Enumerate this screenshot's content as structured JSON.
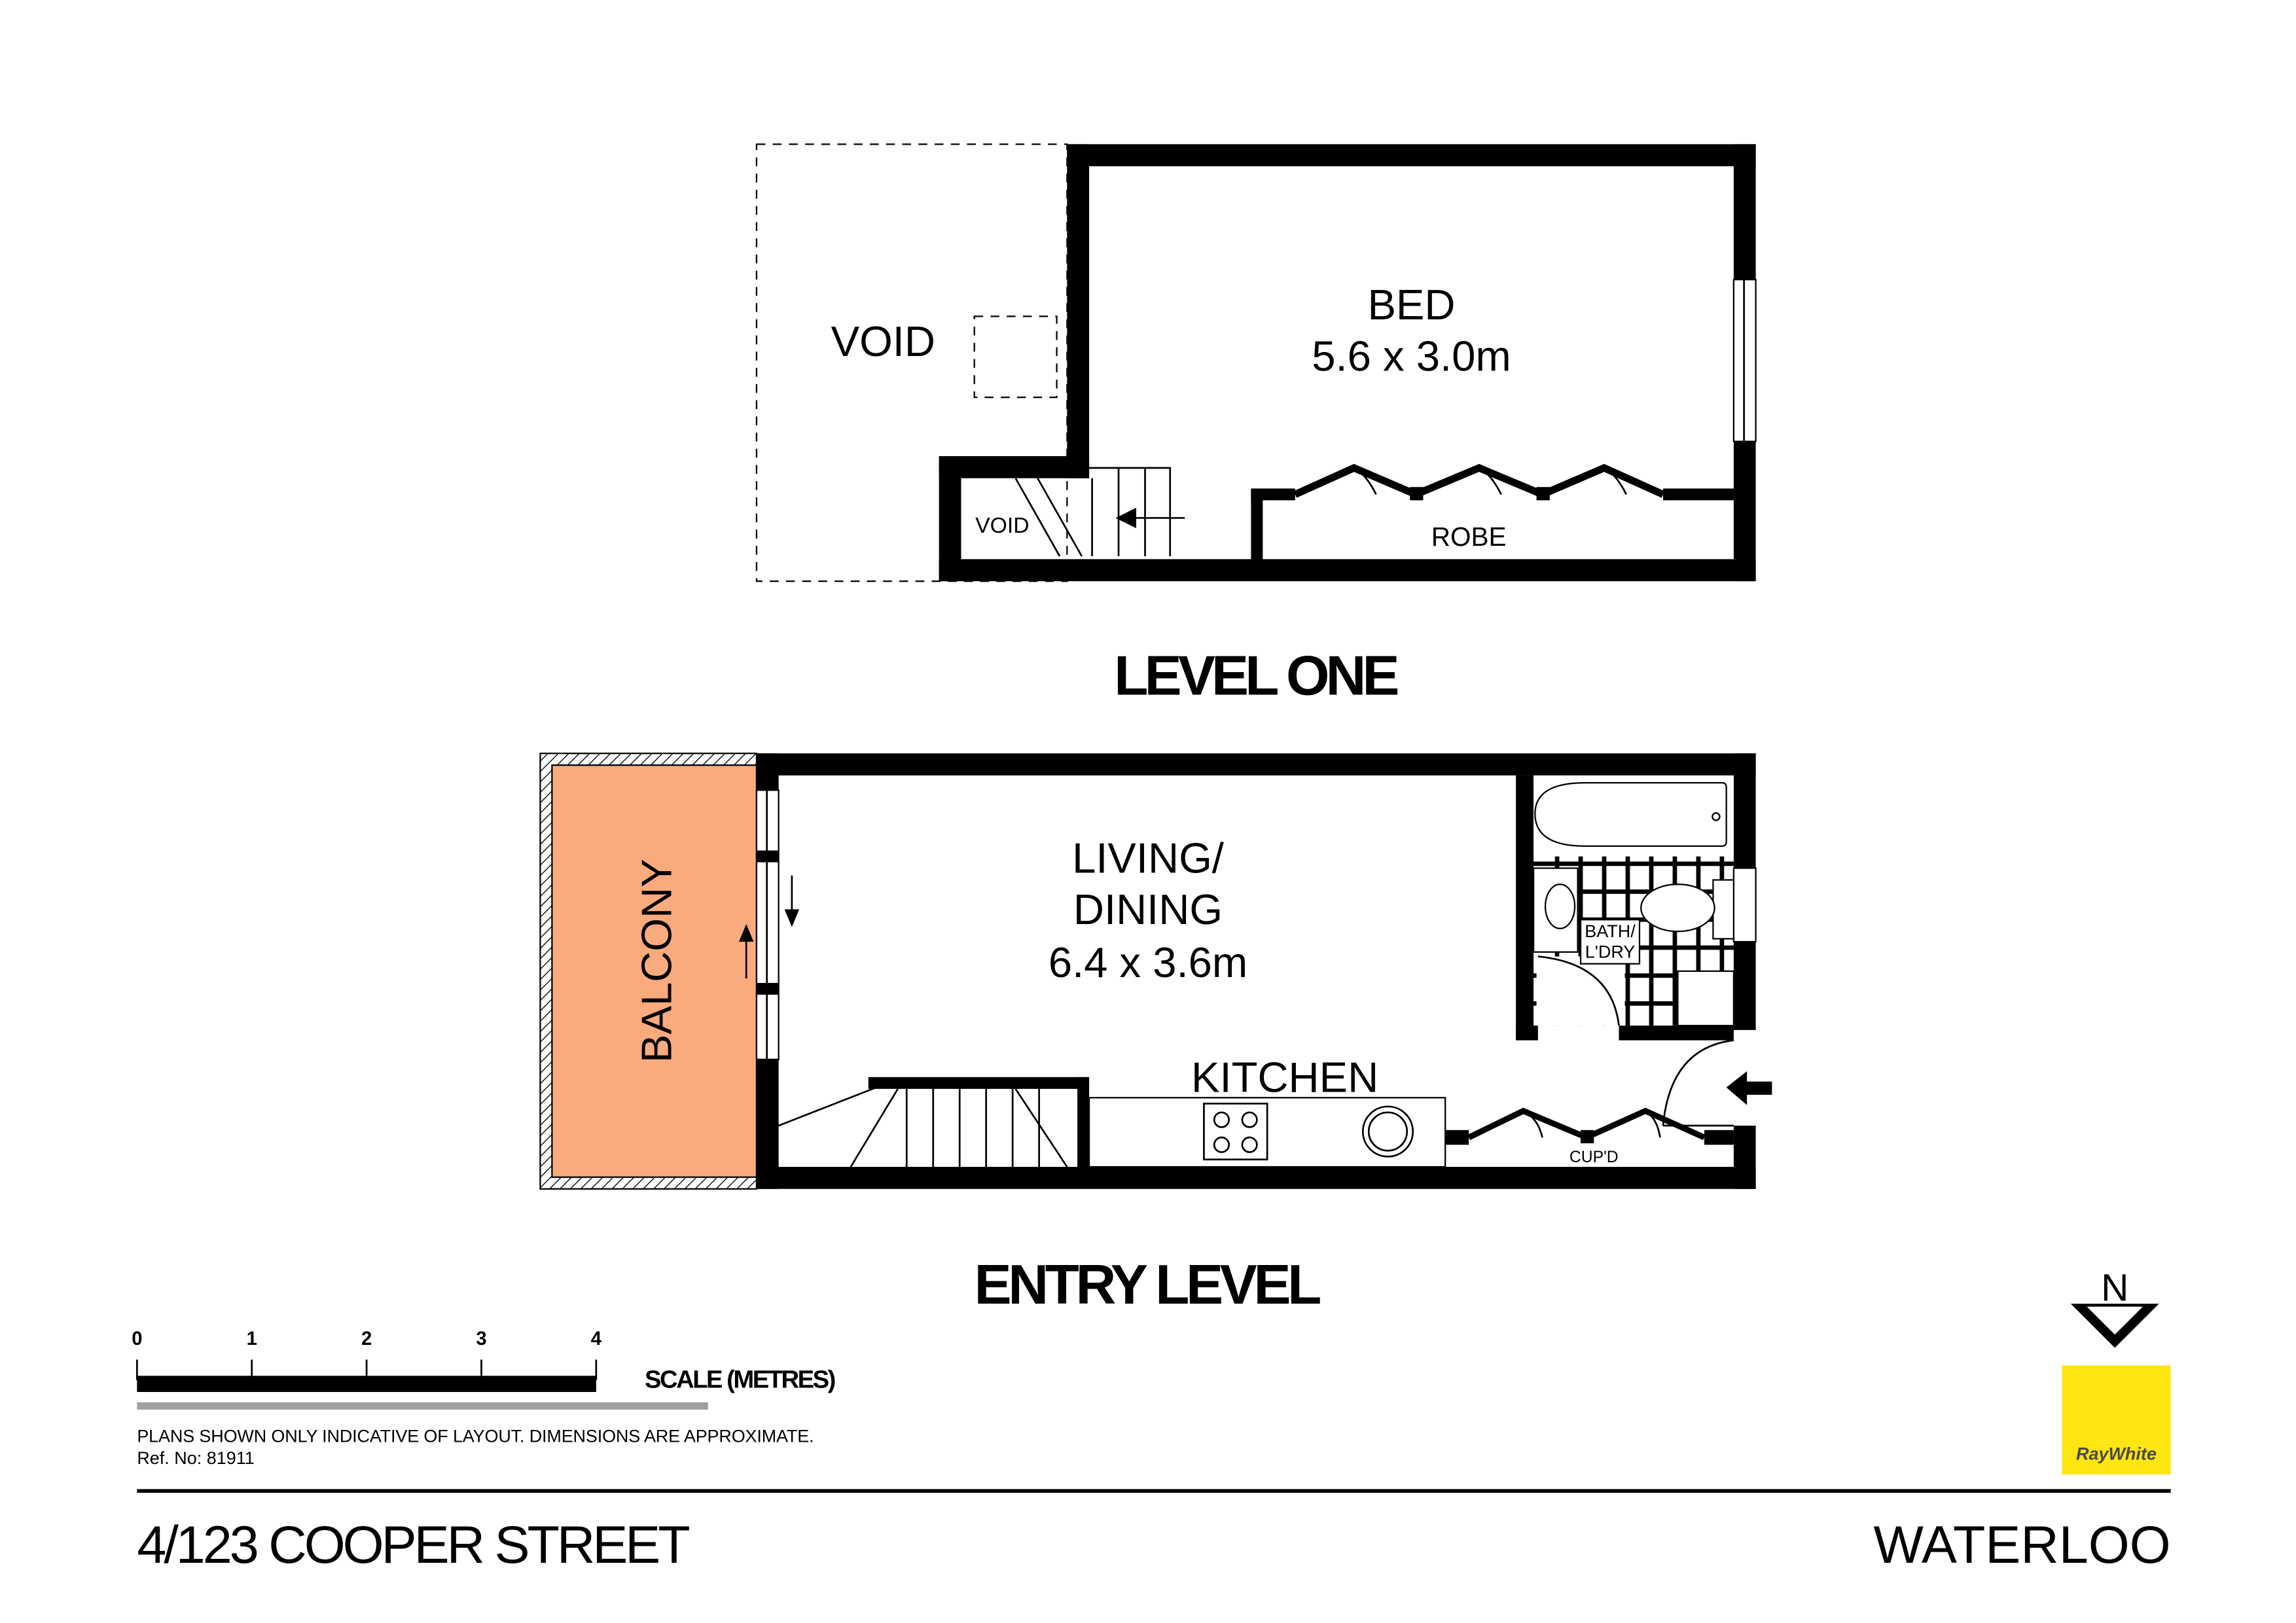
{
  "level_one": {
    "title": "LEVEL ONE",
    "rooms": [
      {
        "label": "BED",
        "dims": "5.6 x 3.0m"
      },
      {
        "label": "VOID"
      },
      {
        "label": "VOID"
      },
      {
        "label": "ROBE"
      }
    ]
  },
  "entry_level": {
    "title": "ENTRY LEVEL",
    "rooms": [
      {
        "label": "LIVING/",
        "label2": "DINING",
        "dims": "6.4 x 3.6m"
      },
      {
        "label": "KITCHEN"
      },
      {
        "label": "BALCONY"
      },
      {
        "label": "BATH/",
        "label2": "L'DRY"
      },
      {
        "label": "CUP'D"
      }
    ]
  },
  "scale": {
    "ticks": [
      "0",
      "1",
      "2",
      "3",
      "4"
    ],
    "label": "SCALE (METRES)"
  },
  "disclaimer": "PLANS SHOWN ONLY INDICATIVE OF LAYOUT.  DIMENSIONS ARE APPROXIMATE.",
  "ref": "Ref. No: 81911",
  "compass": {
    "label": "N",
    "icon": "north-arrow-icon"
  },
  "logo": {
    "text": "RayWhite",
    "color": "#FFE512"
  },
  "address": "4/123 COOPER STREET",
  "suburb": "WATERLOO",
  "colors": {
    "balcony": "#F9AB7D",
    "walls": "#000000"
  }
}
